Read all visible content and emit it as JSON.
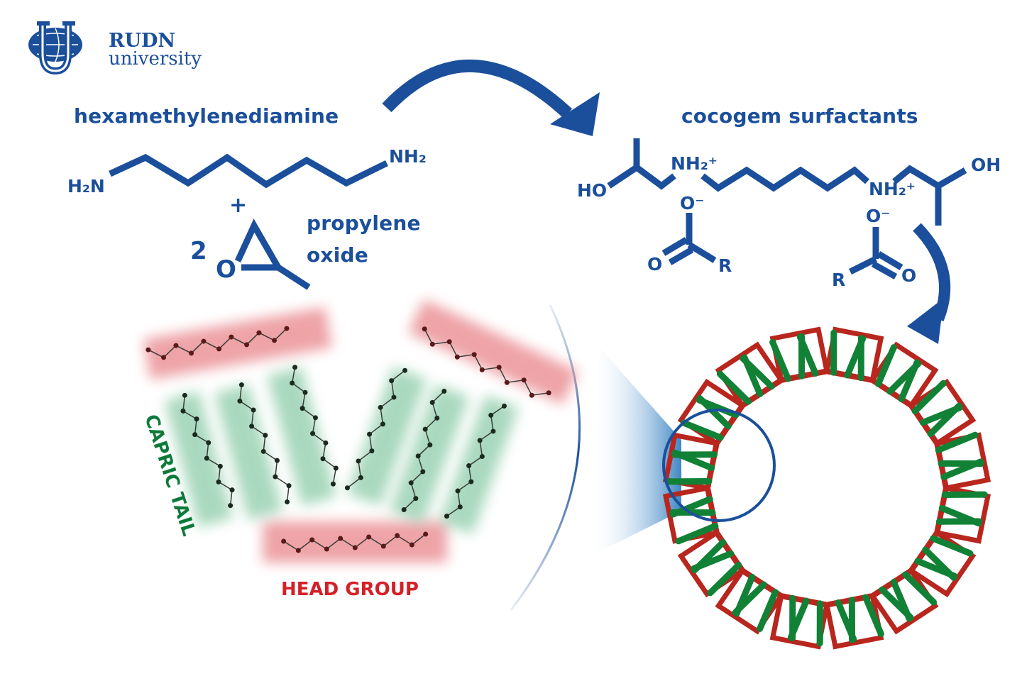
{
  "logo": {
    "line1": "RUDN",
    "line2": "university",
    "icon": "rudn-globe-logo-icon"
  },
  "reactants": {
    "title": "hexamethylenediamine",
    "amine_left": "H₂N",
    "amine_right": "NH₂",
    "plus": "+",
    "coefficient": "2",
    "epoxide_oxygen": "O",
    "epoxide_name_line1": "propylene",
    "epoxide_name_line2": "oxide"
  },
  "product": {
    "title": "cocogem surfactants",
    "ho_left": "HO",
    "oh_right": "OH",
    "ammonium_left": "NH₂⁺",
    "ammonium_right": "NH₂⁺",
    "carboxylate_left": {
      "o_minus": "O⁻",
      "o_double": "O",
      "r": "R"
    },
    "carboxylate_right": {
      "o_minus": "O⁻",
      "o_double": "O",
      "r": "R"
    }
  },
  "micrograph": {
    "tail_label": "CAPRIC  TAIL",
    "head_label": "HEAD GROUP"
  },
  "colors": {
    "primary_blue": "#1b4f9b",
    "head_red": "#d42027",
    "tail_green": "#0d7a3a",
    "ring_red": "#b8261e",
    "ring_green": "#118136"
  }
}
